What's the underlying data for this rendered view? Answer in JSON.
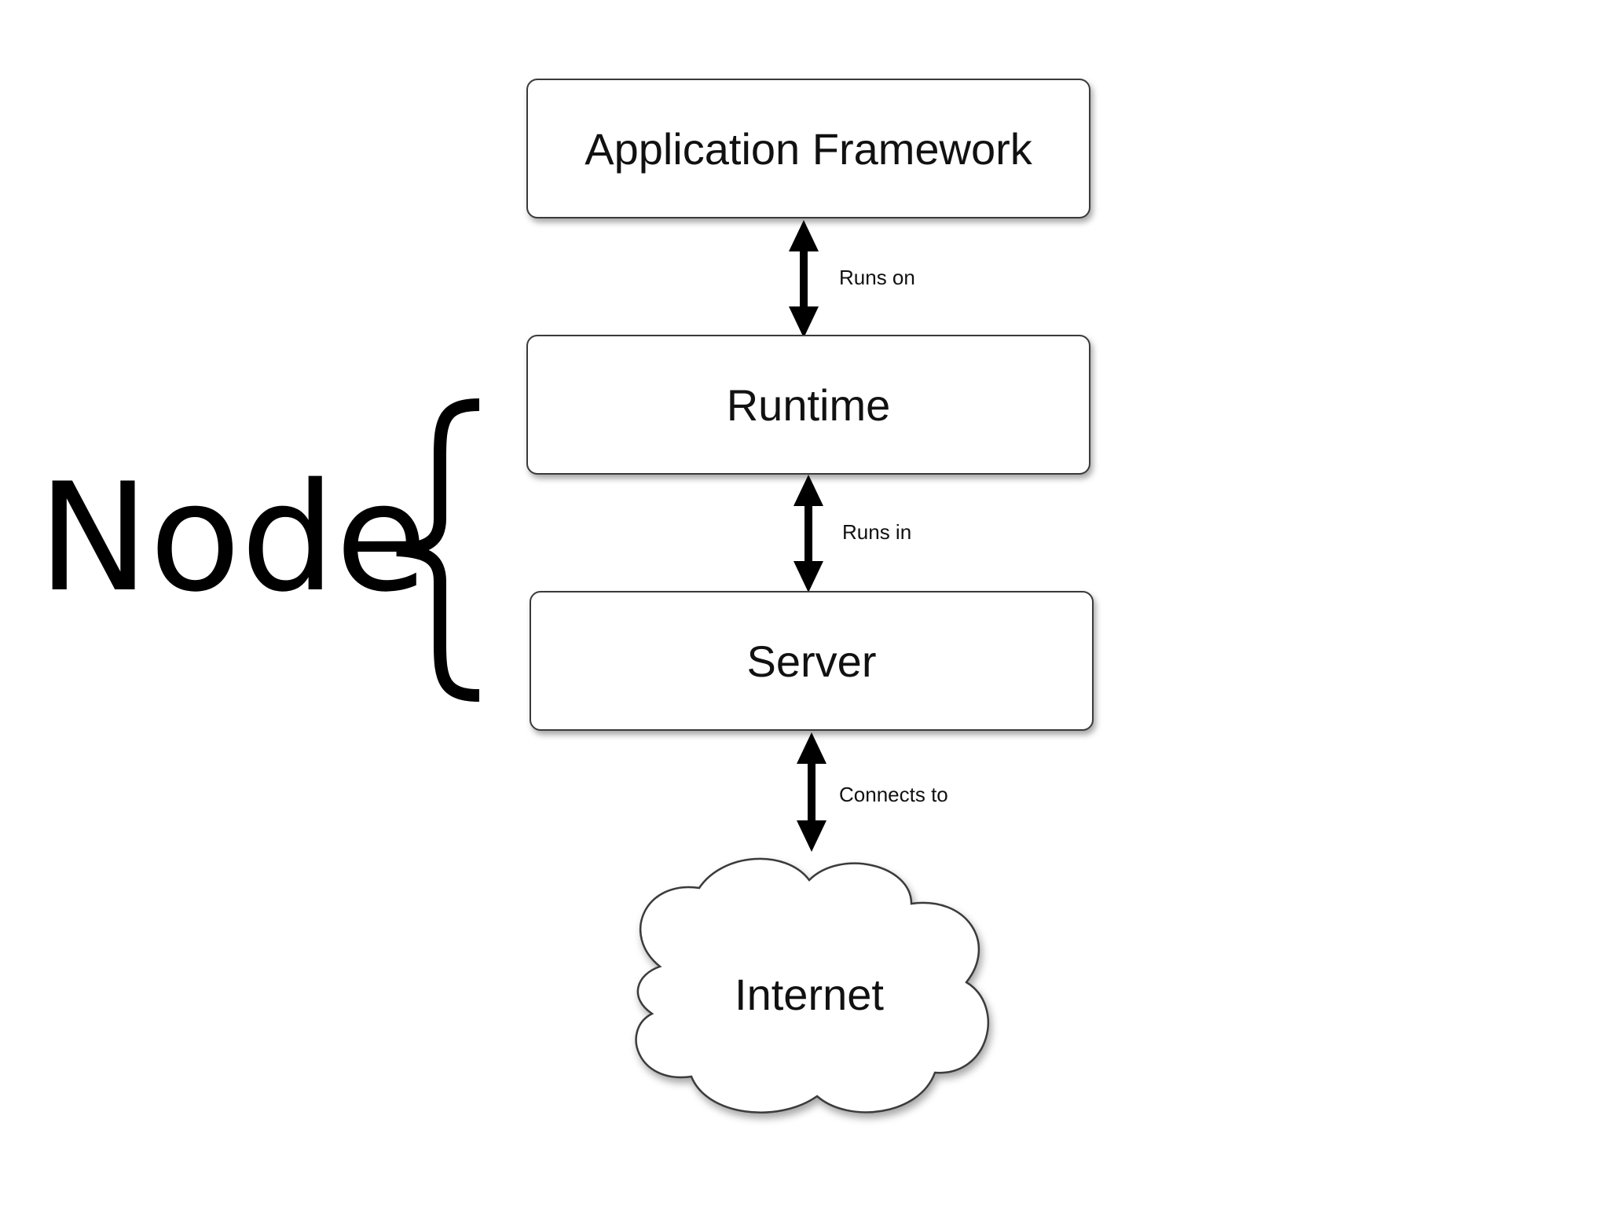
{
  "diagram": {
    "group": {
      "label": "Node"
    },
    "nodes": [
      {
        "id": "app",
        "label": "Application Framework"
      },
      {
        "id": "runtime",
        "label": "Runtime"
      },
      {
        "id": "server",
        "label": "Server"
      },
      {
        "id": "internet",
        "label": "Internet"
      }
    ],
    "edges": [
      {
        "from": "app",
        "to": "runtime",
        "label": "Runs on"
      },
      {
        "from": "runtime",
        "to": "server",
        "label": "Runs in"
      },
      {
        "from": "server",
        "to": "internet",
        "label": "Connects to"
      }
    ]
  }
}
